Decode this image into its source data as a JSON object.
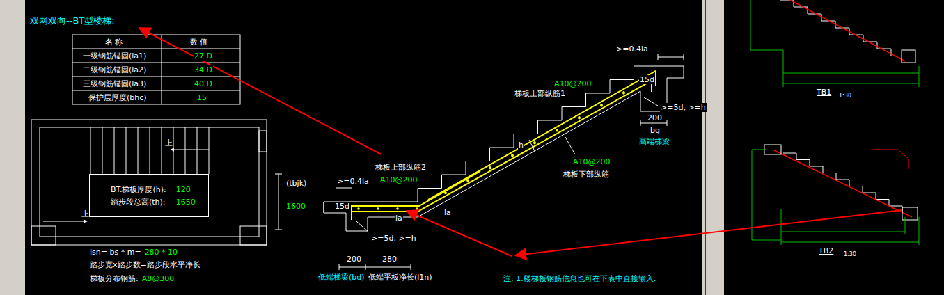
{
  "diagram": {
    "title": "双网双向--BT型楼梯:",
    "nodes": [
      {
        "text": [
          "BT.梯板厚度(h):",
          "120",
          "踏步段总高(th):",
          "1650"
        ]
      }
    ],
    "labels": [
      "名 称",
      "数 值",
      "一级钢筋锚固(la1)",
      "27 D",
      "二级钢筋锚固(la2)",
      "34 D",
      "三级钢筋锚固(la3)",
      "40 D",
      "保护层厚度(bhc)",
      "15",
      "上",
      "上",
      "(tbjk)",
      "1600",
      "lsn= bs * m=",
      "280 * 10",
      "踏步宽x踏步数=踏步段水平净长",
      "梯板分布钢筋:",
      "A8@300",
      ">=0.4la",
      "15d",
      "A10@200",
      "梯板上部纵筋1",
      ">=5d, >=h",
      "200",
      "bg",
      "高端梯梁",
      "h",
      "A10@200",
      "梯板下部纵筋",
      "梯板上部纵筋2",
      ">=0.4la",
      "A10@200",
      "15d",
      "la",
      "la",
      ">=5d, >=h",
      "200",
      "280",
      "低端梯梁(bd)",
      "低端平板净长(l1n)",
      "注: 1.楼梯板钢筋信息也可在下表中直接输入.",
      "TB1",
      "1:30",
      "TB2",
      "1:30"
    ]
  }
}
